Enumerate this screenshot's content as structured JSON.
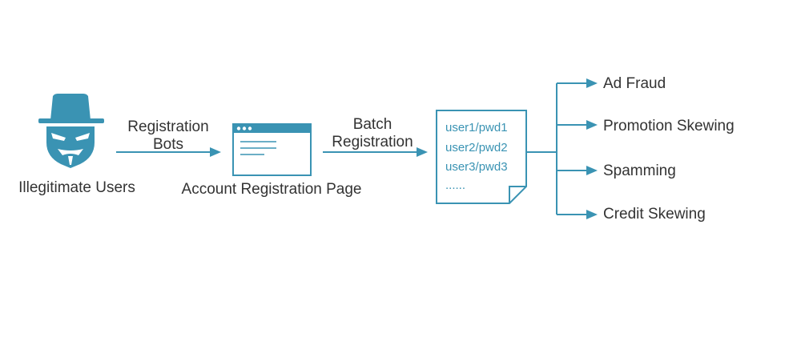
{
  "colors": {
    "accent": "#3a93b3",
    "text": "#333333",
    "background": "#ffffff"
  },
  "icons": {
    "user": "hacker-hat-icon",
    "page": "browser-window-icon",
    "document": "credentials-document-icon"
  },
  "nodes": {
    "user_label": "Illegitimate Users",
    "page_label": "Account Registration Page"
  },
  "edges": {
    "bots_line1": "Registration",
    "bots_line2": "Bots",
    "batch_line1": "Batch",
    "batch_line2": "Registration"
  },
  "document": {
    "lines": [
      "user1/pwd1",
      "user2/pwd2",
      "user3/pwd3",
      "......"
    ]
  },
  "outcomes": [
    "Ad Fraud",
    "Promotion Skewing",
    "Spamming",
    "Credit Skewing"
  ]
}
